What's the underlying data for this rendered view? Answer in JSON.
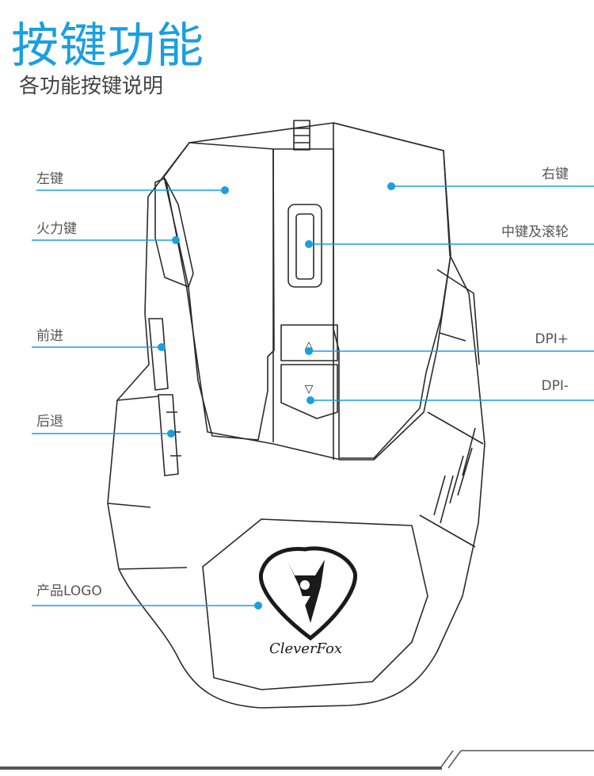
{
  "header": {
    "title": "按键功能",
    "subtitle": "各功能按键说明"
  },
  "colors": {
    "accent": "#1a9fe0",
    "outline": "#2a2a2a"
  },
  "callouts": {
    "left_button": "左键",
    "fire_button": "火力键",
    "forward": "前进",
    "back": "后退",
    "logo": "产品LOGO",
    "right_button": "右键",
    "middle_wheel": "中键及滚轮",
    "dpi_up": "DPI+",
    "dpi_down": "DPI-"
  },
  "mouse": {
    "brand": "CleverFox",
    "dpi_up_symbol": "△",
    "dpi_down_symbol": "▽"
  }
}
